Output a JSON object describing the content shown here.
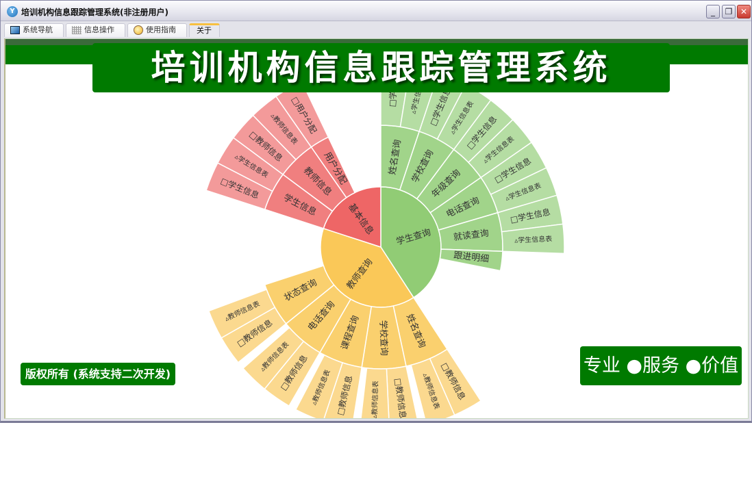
{
  "window": {
    "title": "培训机构信息跟踪管理系统(非注册用户)",
    "controls": {
      "minimize": "_",
      "restore": "❐",
      "close": "✕"
    }
  },
  "tabs": [
    {
      "label": "系统导航",
      "icon": "monitor-icon"
    },
    {
      "label": "信息操作",
      "icon": "grid-icon"
    },
    {
      "label": "使用指南",
      "icon": "help-icon"
    },
    {
      "label": "关于",
      "active": true
    }
  ],
  "banner": {
    "title": "培训机构信息跟踪管理系统"
  },
  "footer": {
    "copyright": "版权所有 (系统支持二次开发)",
    "slogan": "专业 ●服务 ●价值"
  },
  "colors": {
    "green": [
      "#91cc75",
      "#a1d48a",
      "#b5dda3"
    ],
    "yellow": [
      "#fac858",
      "#fad06e",
      "#fbd98f"
    ],
    "red": [
      "#ee6666",
      "#f07f7f",
      "#f39a9a"
    ],
    "brand": "#007a00"
  },
  "chart_data": {
    "type": "sunburst",
    "nodes": [
      {
        "name": "学生查询",
        "color": "green",
        "value": 147,
        "children": [
          {
            "name": "姓名查询",
            "value": 18.4,
            "children": [
              {
                "name": "□学生",
                "value": 9.2
              },
              {
                "name": "▵学生信息",
                "value": 9.2
              }
            ]
          },
          {
            "name": "学校查询",
            "value": 18.4,
            "children": [
              {
                "name": "□学生信息",
                "value": 9.2
              },
              {
                "name": "▵学生信息表",
                "value": 9.2
              }
            ]
          },
          {
            "name": "年级查询",
            "value": 18.4,
            "children": [
              {
                "name": "□学生信息",
                "value": 9.2
              },
              {
                "name": "▵学生信息表",
                "value": 9.2
              }
            ]
          },
          {
            "name": "电话查询",
            "value": 18.4,
            "children": [
              {
                "name": "□学生信息",
                "value": 9.2
              },
              {
                "name": "▵学生信息表",
                "value": 9.2
              }
            ]
          },
          {
            "name": "就读查询",
            "value": 18.4,
            "children": [
              {
                "name": "□学生信息",
                "value": 9.2
              },
              {
                "name": "▵学生信息表",
                "value": 9.2
              }
            ]
          },
          {
            "name": "跟进明细",
            "value": 9.2,
            "children": []
          }
        ]
      },
      {
        "name": "教师查询",
        "color": "yellow",
        "value": 141,
        "children": [
          {
            "name": "姓名查询",
            "value": 21,
            "children": [
              {
                "name": "□教师信息",
                "value": 9.3
              },
              {
                "name": "▵教师信息表",
                "value": 9.3
              }
            ]
          },
          {
            "name": "学校查询",
            "value": 21,
            "children": [
              {
                "name": "□教师信息",
                "value": 9.3
              },
              {
                "name": "▵教师信息表",
                "value": 9.3
              }
            ]
          },
          {
            "name": "课程查询",
            "value": 21,
            "children": [
              {
                "name": "□教师信息",
                "value": 9.3
              },
              {
                "name": "▵教师信息表",
                "value": 9.3
              }
            ]
          },
          {
            "name": "电话查询",
            "value": 21,
            "children": [
              {
                "name": "□教师信息",
                "value": 9.3
              },
              {
                "name": "▵教师信息表",
                "value": 9.3
              }
            ]
          },
          {
            "name": "状态查询",
            "value": 21,
            "children": [
              {
                "name": "□教师信息",
                "value": 9.3
              },
              {
                "name": "▵教师信息表",
                "value": 9.3
              }
            ]
          }
        ]
      },
      {
        "name": "基本信息",
        "color": "red",
        "value": 72,
        "children": [
          {
            "name": "学生信息",
            "value": 18.6,
            "children": [
              {
                "name": "□学生信息",
                "value": 9.3
              },
              {
                "name": "▵学生信息表",
                "value": 9.3
              }
            ]
          },
          {
            "name": "教师信息",
            "value": 18.6,
            "children": [
              {
                "name": "□教师信息",
                "value": 9.3
              },
              {
                "name": "▵教师信息表",
                "value": 9.3
              }
            ]
          },
          {
            "name": "用户分配",
            "value": 9.3,
            "children": [
              {
                "name": "□用户分配",
                "value": 9.3
              }
            ]
          }
        ]
      }
    ]
  }
}
